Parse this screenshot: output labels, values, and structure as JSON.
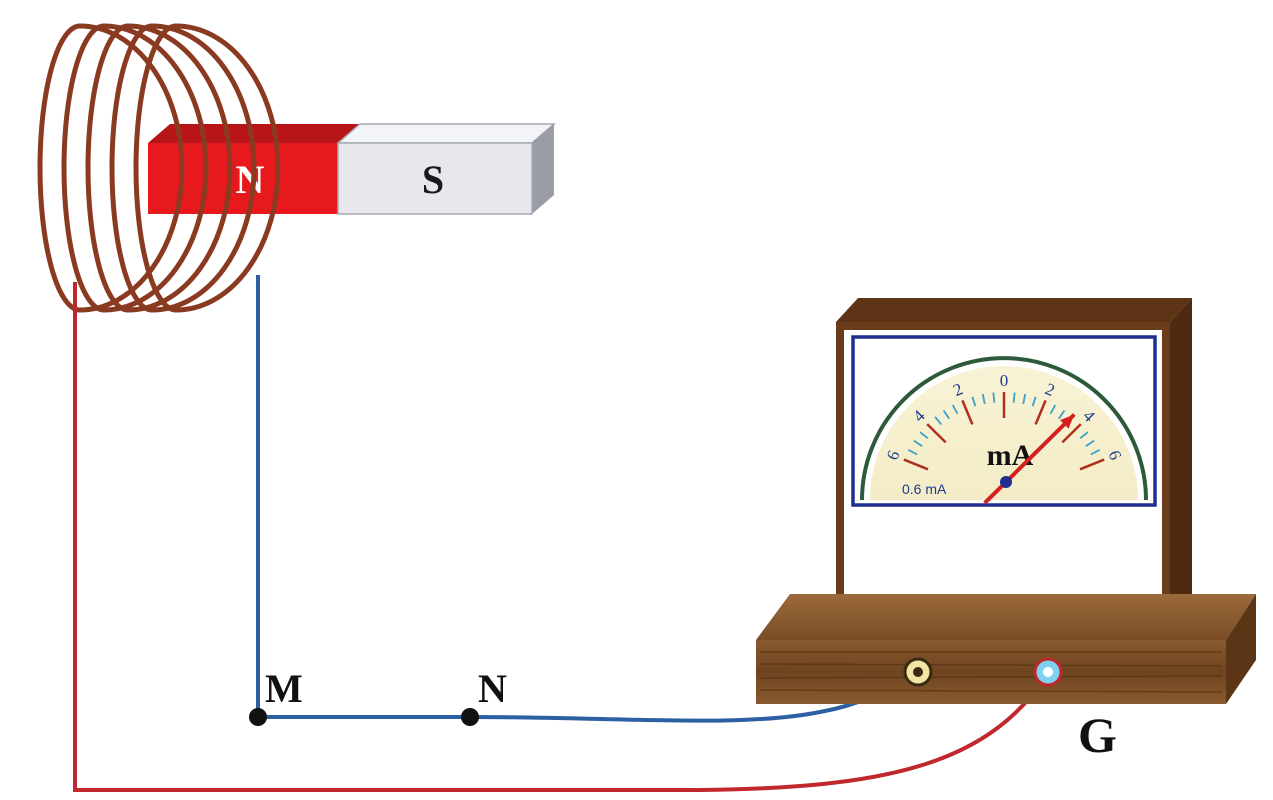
{
  "magnet": {
    "north_label": "N",
    "south_label": "S",
    "north_color": "#e8191c",
    "south_color": "#e6e8ee"
  },
  "coil": {
    "turns": 5,
    "wire_color": "#8b3a22"
  },
  "points": {
    "m_label": "M",
    "n_label": "N"
  },
  "galvanometer": {
    "label": "G",
    "unit": "mA",
    "range_note": "0.6 mA",
    "scale_labels": [
      "6",
      "4",
      "2",
      "0",
      "2",
      "4",
      "6"
    ],
    "needle_value": 4,
    "needle_side": "right",
    "scale_max": 6
  },
  "wires": {
    "red": "#c0282d",
    "blue": "#2d5fa3"
  }
}
